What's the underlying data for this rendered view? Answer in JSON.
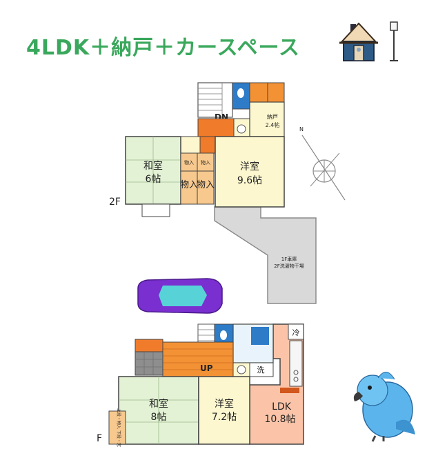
{
  "header": {
    "title": "4LDK＋納戸＋カースペース"
  },
  "floor2": {
    "level_label": "2F",
    "stair_label": "DN",
    "nando_name": "納戸",
    "nando_size": "2.4帖",
    "washitsu_name": "和室",
    "washitsu_size": "6帖",
    "youshitsu_name": "洋室",
    "youshitsu_size": "9.6帖",
    "closet_small": "物入",
    "closet_large": "物入",
    "garage_line1": "1F車庫",
    "garage_line2": "2F洗濯物干場"
  },
  "floor1": {
    "level_label": "F",
    "stair_label": "UP",
    "washitsu_name": "和室",
    "washitsu_size": "8帖",
    "youshitsu_name": "洋室",
    "youshitsu_size": "7.2帖",
    "ldk_name": "LDK",
    "ldk_size": "10.8帖",
    "fridge_label": "冷",
    "wash_label": "洗",
    "closet_vertical": "上段・物入 下段・窓"
  },
  "colors": {
    "title": "#3aa85c",
    "tatami": "#e3f2d5",
    "western": "#fdf7cf",
    "closet": "#f7c98e",
    "stair_orange": "#f07b2a",
    "floor_orange": "#f39235",
    "ldk": "#fbc4a8",
    "wet": "#e8f3fb",
    "bath_blue": "#2e7bc8",
    "garage": "#d6d6d6",
    "car": "#7a2fd0"
  }
}
